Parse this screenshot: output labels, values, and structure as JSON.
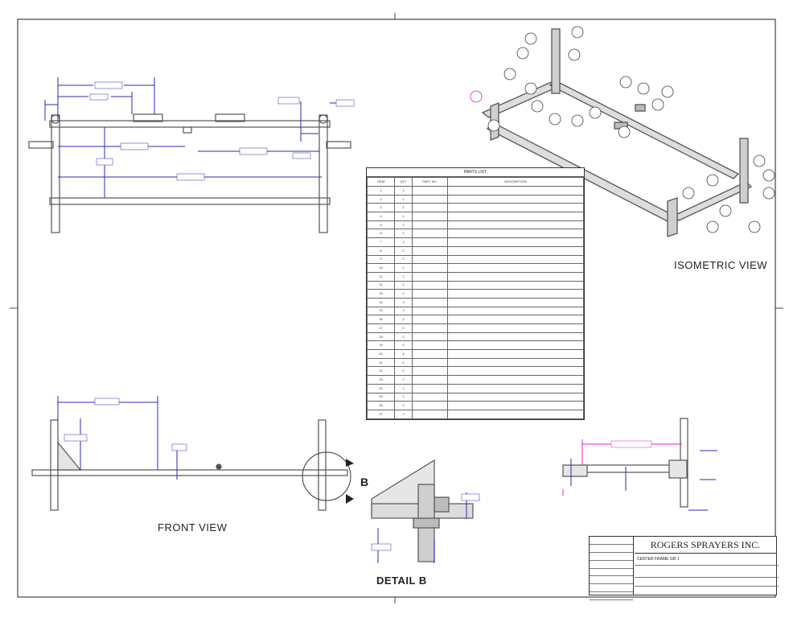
{
  "views": {
    "isometric_label": "ISOMETRIC VIEW",
    "front_label": "FRONT VIEW",
    "detail_label": "DETAIL B",
    "detail_callout": "B"
  },
  "parts_list": {
    "title": "PARTS LIST",
    "headers": [
      "ITEM",
      "QTY",
      "PART NO.",
      "DESCRIPTION"
    ],
    "rows": [
      [
        "1",
        "1",
        "",
        ""
      ],
      [
        "2",
        "1",
        "",
        ""
      ],
      [
        "3",
        "1",
        "",
        ""
      ],
      [
        "4",
        "1",
        "",
        ""
      ],
      [
        "5",
        "2",
        "",
        ""
      ],
      [
        "6",
        "2",
        "",
        ""
      ],
      [
        "7",
        "2",
        "",
        ""
      ],
      [
        "8",
        "2",
        "",
        ""
      ],
      [
        "9",
        "2",
        "",
        ""
      ],
      [
        "10",
        "2",
        "",
        ""
      ],
      [
        "11",
        "2",
        "",
        ""
      ],
      [
        "12",
        "2",
        "",
        ""
      ],
      [
        "13",
        "2",
        "",
        ""
      ],
      [
        "14",
        "2",
        "",
        ""
      ],
      [
        "15",
        "2",
        "",
        ""
      ],
      [
        "16",
        "2",
        "",
        ""
      ],
      [
        "17",
        "2",
        "",
        ""
      ],
      [
        "18",
        "2",
        "",
        ""
      ],
      [
        "19",
        "2",
        "",
        ""
      ],
      [
        "20",
        "4",
        "",
        ""
      ],
      [
        "21",
        "2",
        "",
        ""
      ],
      [
        "22",
        "2",
        "",
        ""
      ],
      [
        "23",
        "2",
        "",
        ""
      ],
      [
        "24",
        "2",
        "",
        ""
      ],
      [
        "25",
        "2",
        "",
        ""
      ],
      [
        "26",
        "2",
        "",
        ""
      ],
      [
        "27",
        "2",
        "",
        ""
      ]
    ]
  },
  "title_block": {
    "company": "ROGERS SPRAYERS INC.",
    "drawing_title": "CENTER FRAME GR 1",
    "left_cells": [
      "",
      "",
      "",
      "",
      "",
      "",
      "",
      ""
    ]
  },
  "colors": {
    "line": "#555555",
    "dimension": "#2a2ab8",
    "highlight": "#e020c8",
    "border": "#333333"
  }
}
